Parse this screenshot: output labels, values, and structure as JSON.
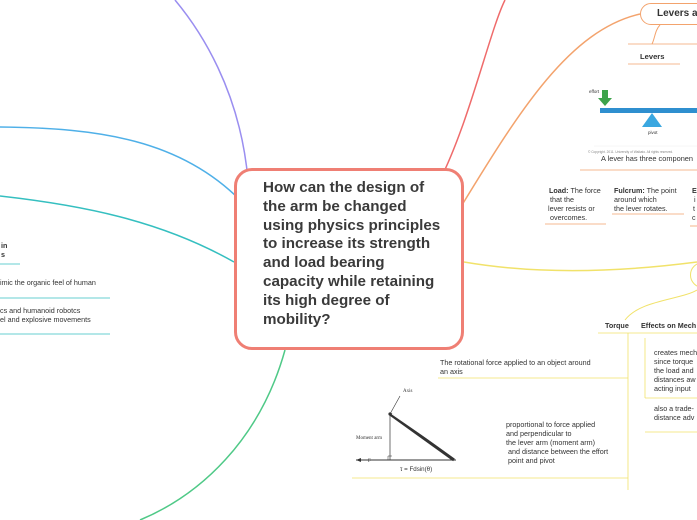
{
  "central_topic": "How can the design of the arm be changed using physics principles to increase its strength and load bearing capacity while retaining its high degree of mobility?",
  "levers_branch": {
    "title": "Levers a",
    "subtopic": "Levers",
    "image": {
      "effort_label": "effort",
      "pivot_label": "pivot",
      "copyright": "© Copyright. 2011. University of Waikato. All rights reserved."
    },
    "components_intro": "A lever has three componen",
    "components": [
      {
        "name": "Load:",
        "text_lines": [
          "The force",
          "that the",
          "lever resists or",
          "overcomes."
        ]
      },
      {
        "name": "Fulcrum:",
        "text_lines": [
          "The point",
          "around which",
          "the lever rotates."
        ]
      },
      {
        "name": "E",
        "text_lines": [
          "i",
          "t",
          "c"
        ]
      }
    ]
  },
  "torque_branch": {
    "header": "Torque",
    "effects_header": "Effects on Mech",
    "definition_lines": [
      "The rotational force applied to an object around",
      "an axis"
    ],
    "proportional_lines": [
      "proportional to force applied",
      "and perpendicular to",
      "the lever arm (moment arm)",
      "and distance between the effort",
      "point and pivot"
    ],
    "diagram": {
      "axis_label": "Axis",
      "moment_arm_label": "Moment arm",
      "force_label": "F",
      "formula": "τ = Fdsin(θ)"
    },
    "effects": [
      {
        "lines": [
          "creates mech",
          "since torque",
          "the load and",
          "distances aw",
          "acting input"
        ]
      },
      {
        "lines": [
          "also a trade-",
          "distance adv"
        ]
      }
    ]
  },
  "left_branch": {
    "heading_lines": [
      "in",
      "s"
    ],
    "items": [
      "imic the organic feel of human",
      "cs and humanoid robotcs",
      "el and explosive movements"
    ]
  },
  "colors": {
    "central_border": "#ef7f74",
    "branch_orange": "#f3a36d",
    "branch_red": "#ef6b6b",
    "branch_purple": "#9a8ef0",
    "branch_blue": "#4fb0e8",
    "branch_teal": "#35bfc0",
    "branch_green": "#4fc987",
    "branch_yellow": "#f1e26a",
    "lever_beam": "#2f8fcf",
    "pivot": "#3aa7e0",
    "effort_arrow": "#3da34b"
  }
}
